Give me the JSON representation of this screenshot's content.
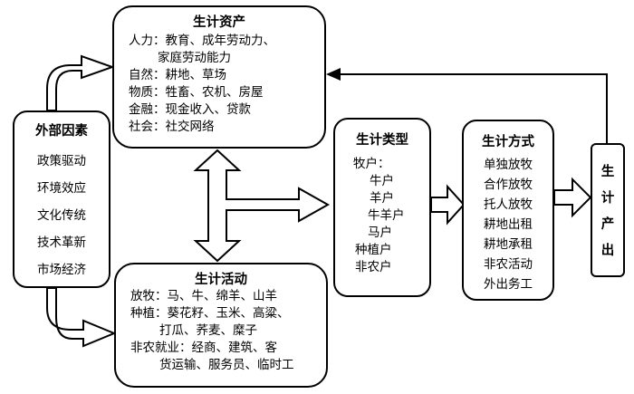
{
  "external": {
    "title": "外部因素",
    "items": [
      "政策驱动",
      "环境效应",
      "文化传统",
      "技术革新",
      "市场经济"
    ]
  },
  "assets": {
    "title": "生计资产",
    "lines": [
      "人力：教育、成年劳动力、",
      "家庭劳动能力",
      "自然：耕地、草场",
      "物质：牲畜、农机、房屋",
      "金融：现金收入、贷款",
      "社会：社交网络"
    ]
  },
  "activities": {
    "title": "生计活动",
    "lines": [
      "放牧：马、牛、绵羊、山羊",
      "种植：葵花籽、玉米、高粱、",
      "打瓜、荞麦、糜子",
      "非农就业：经商、建筑、客",
      "货运输、服务员、临时工"
    ]
  },
  "types": {
    "title": "生计类型",
    "lines": [
      "牧户：",
      "牛户",
      "羊户",
      "牛羊户",
      "马户",
      "种植户",
      "非农户"
    ]
  },
  "methods": {
    "title": "生计方式",
    "lines": [
      "单独放牧",
      "合作放牧",
      "托人放牧",
      "耕地出租",
      "耕地承租",
      "非农活动",
      "外出务工"
    ]
  },
  "output": {
    "chars": [
      "生",
      "计",
      "产",
      "出"
    ]
  }
}
